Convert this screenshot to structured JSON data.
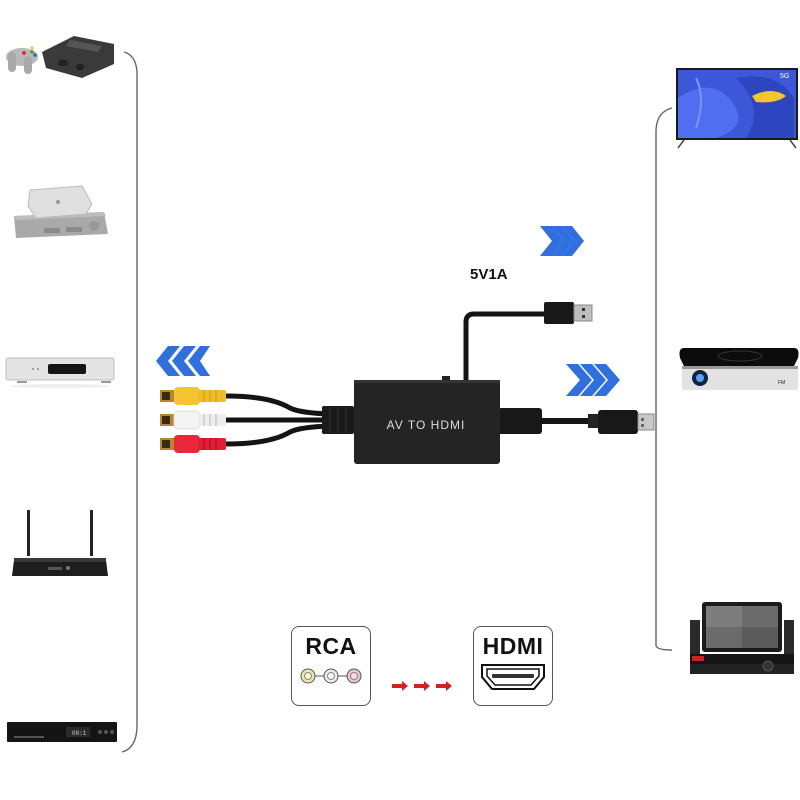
{
  "title": "AV to HDMI converter connection diagram",
  "converter": {
    "label": "AV TO HDMI",
    "power_label": "5V1A"
  },
  "legend": {
    "source_label": "RCA",
    "target_label": "HDMI",
    "rca_jack_colors": [
      "#e8e8b0",
      "#ececec",
      "#e6c4c8"
    ],
    "arrow_color": "#d42020"
  },
  "colors": {
    "chevron": "#2f6fe0",
    "rca_yellow": "#f5c531",
    "rca_white": "#f2f2f2",
    "rca_red": "#e8283a",
    "cable": "#141414",
    "bracket": "#666666"
  },
  "source_devices": [
    {
      "name": "N64 game console"
    },
    {
      "name": "PlayStation console"
    },
    {
      "name": "DVD player"
    },
    {
      "name": "Wi-Fi set-top box"
    },
    {
      "name": "Set-top receiver"
    }
  ],
  "target_devices": [
    {
      "name": "Television"
    },
    {
      "name": "Projector"
    },
    {
      "name": "DVR monitor"
    }
  ]
}
